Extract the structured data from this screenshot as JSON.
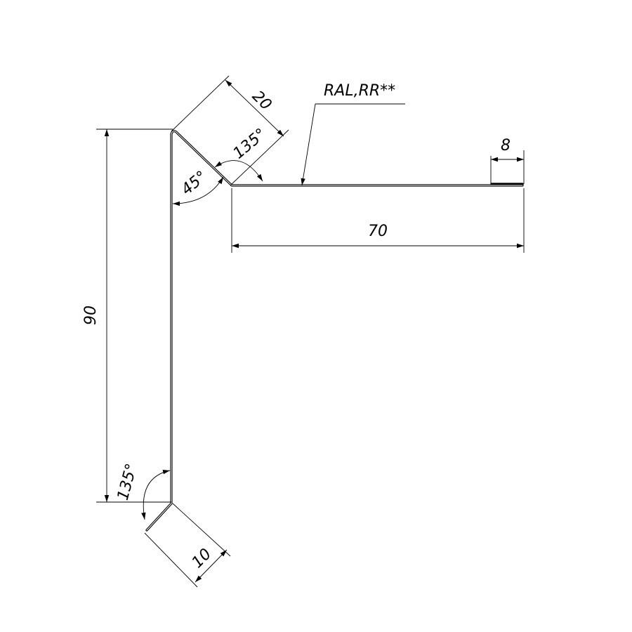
{
  "drawing": {
    "finish_label": "RAL,RR**",
    "dimensions": {
      "height": "90",
      "top_slope": "20",
      "top_width": "70",
      "end_lip": "8",
      "bottom_lip": "10"
    },
    "angles": {
      "top_outer": "135°",
      "top_inner": "45°",
      "bottom": "135°"
    }
  }
}
